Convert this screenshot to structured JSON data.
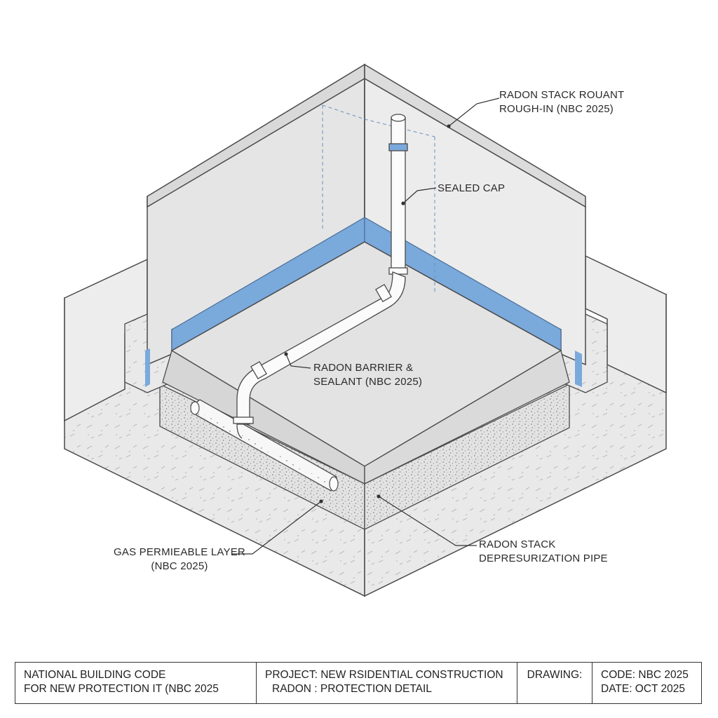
{
  "labels": {
    "stack_roughin": [
      "RADON STACK ROUANT",
      "ROUGH-IN (NBC 2025)"
    ],
    "sealed_cap": "SEALED CAP",
    "barrier": [
      "RADON BARRIER & ",
      "SEALANT (NBC 2025)"
    ],
    "gas_layer": [
      "GAS PERMIEABLE LAYER",
      "(NBC 2025)"
    ],
    "depressurization": [
      "RADON STACK",
      "DEPRESURIZATION PIPE"
    ]
  },
  "title_block": {
    "code_line1": "NATIONAL BUILDING CODE",
    "code_line2": "FOR NEW PROTECTION IT (NBC 2025",
    "project_line1": "PROJECT: NEW RSIDENTIAL CONSTRUCTION",
    "project_line2": "RADON : PROTECTION DETAIL",
    "drawing_label": "DRAWING:",
    "code_value": "CODE: NBC 2025",
    "date_value": "DATE:  OCT 2025"
  },
  "colors": {
    "membrane_blue": "#7aa9dc",
    "concrete_grey": "#e6e6e6",
    "line_dark": "#4a4a4a"
  }
}
